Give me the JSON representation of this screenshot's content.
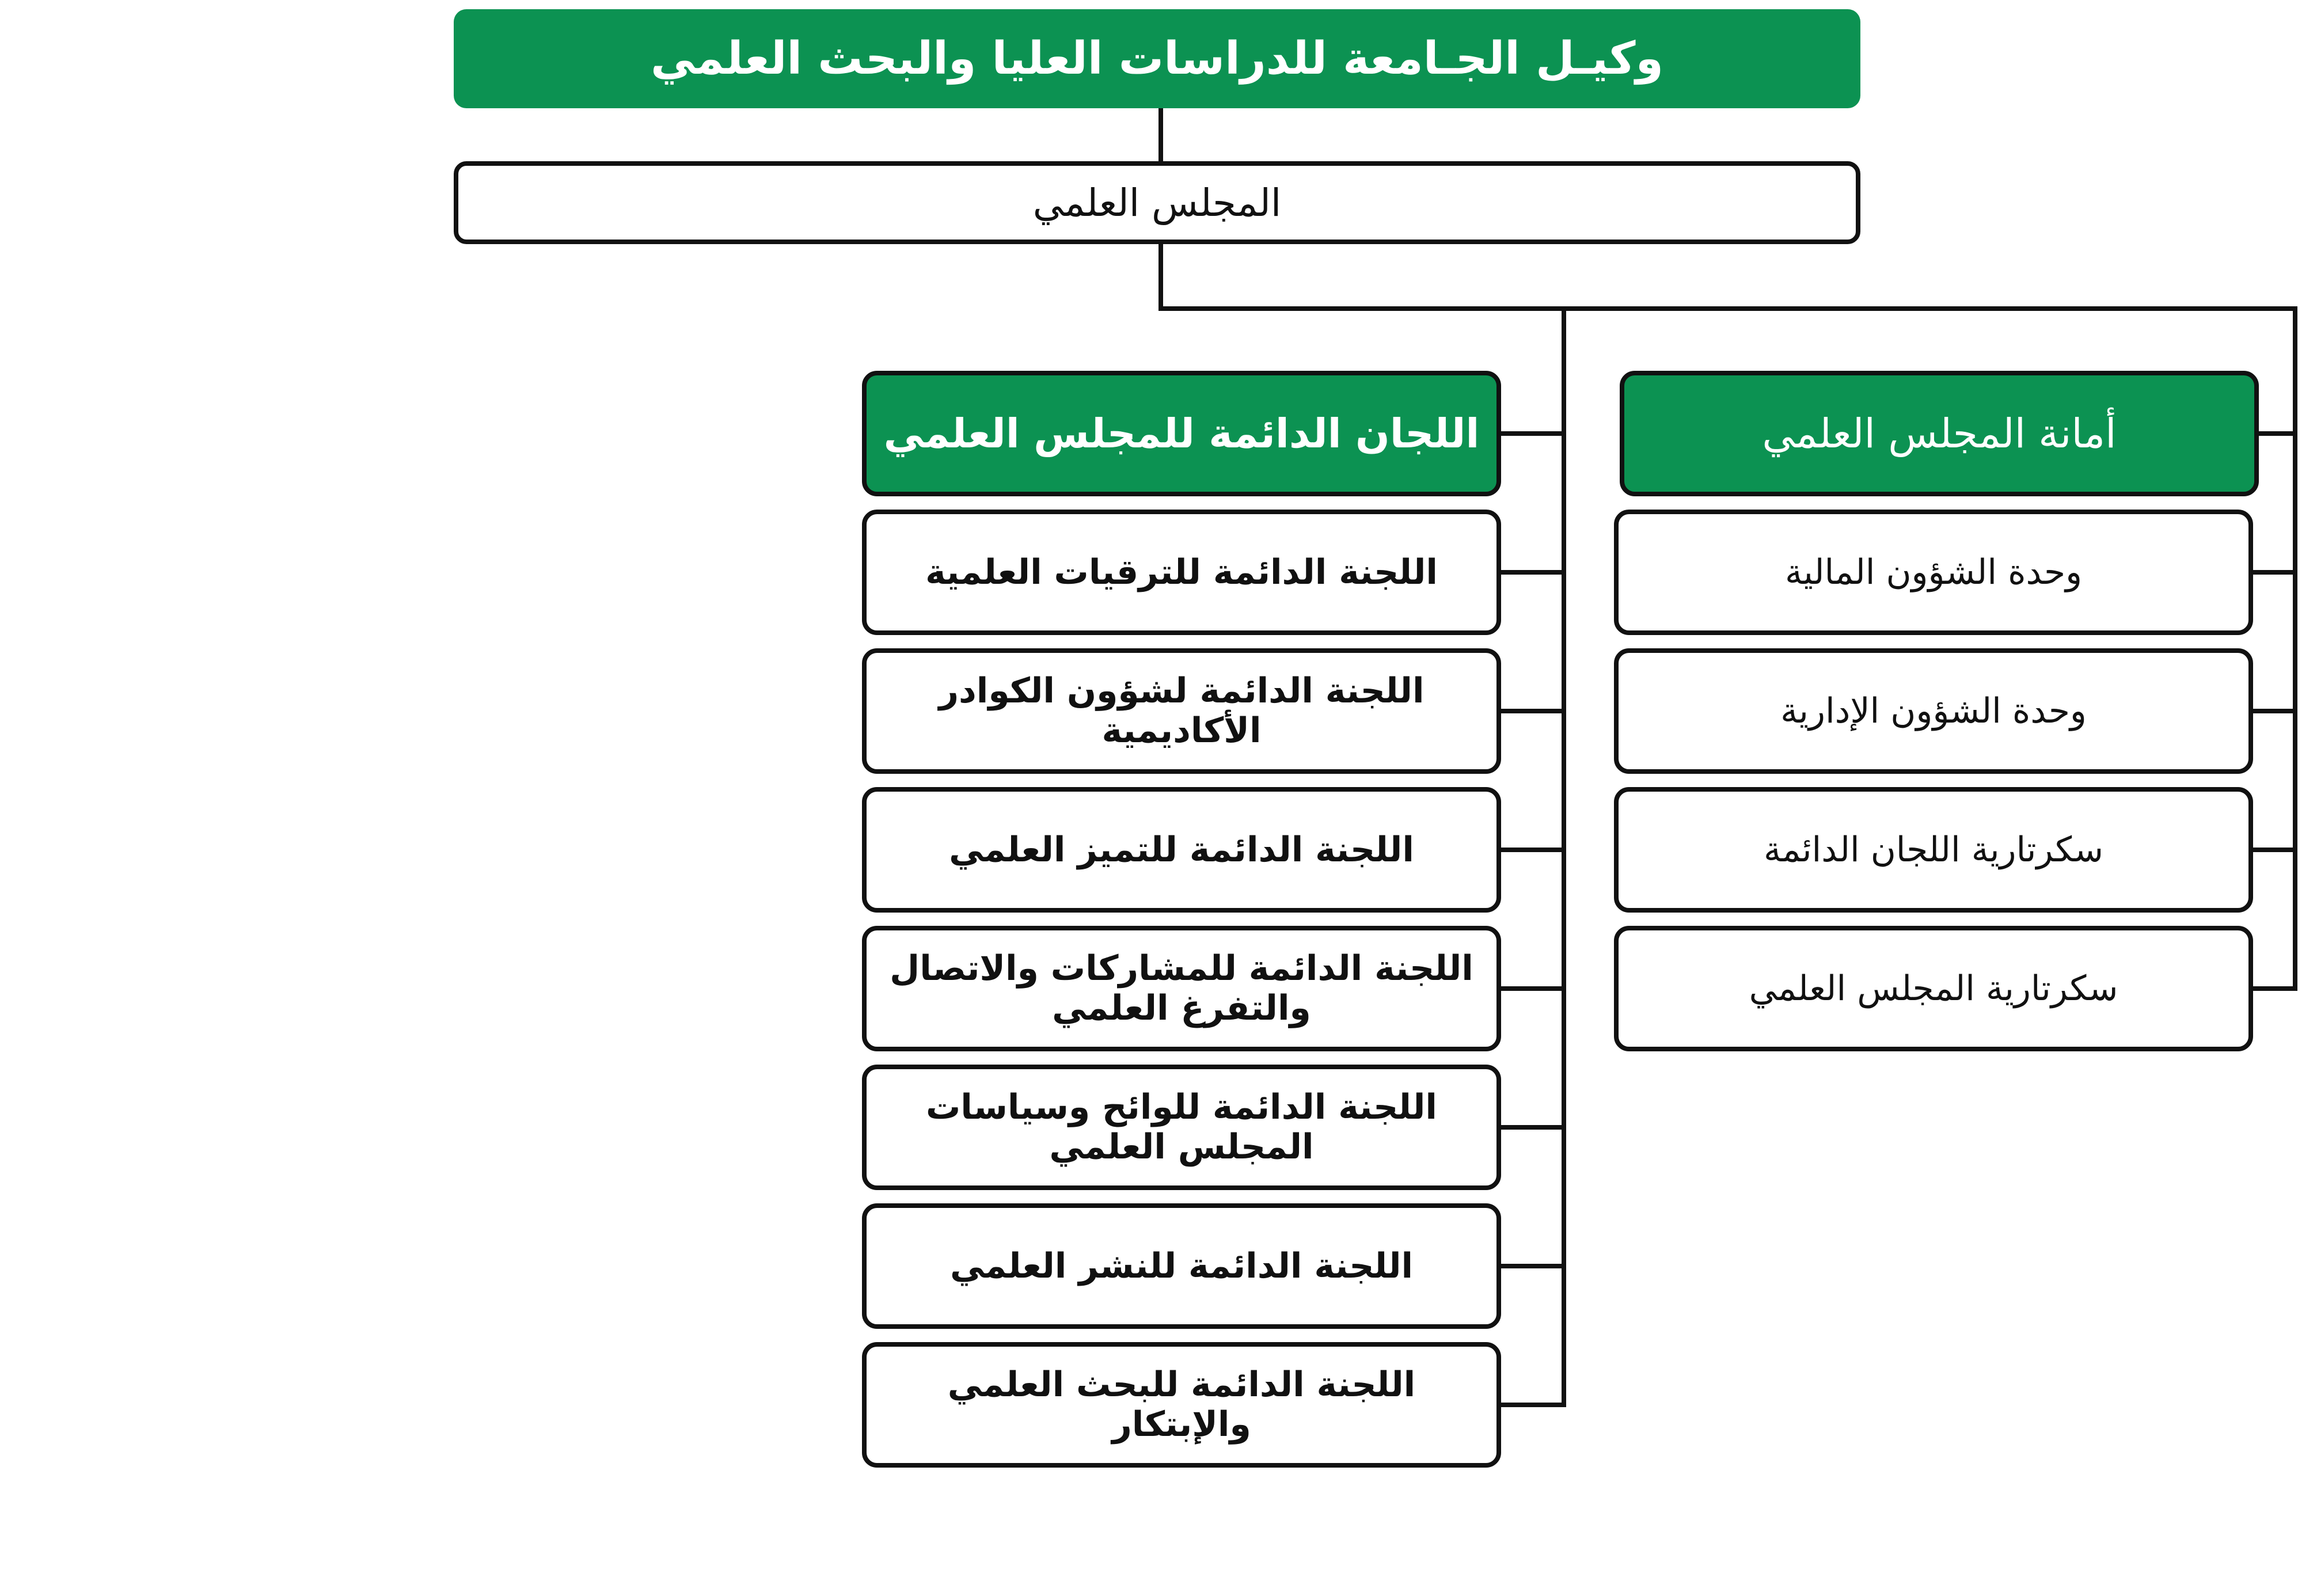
{
  "top_title": "وكيـل الجـامعة للدراسات العليا والبحث العلمي",
  "council": "المجلس العلمي",
  "committees_head": "اللجان الدائمة  للمجلس العلمي",
  "secretariat_head": "أمانة المجلس العلمي",
  "committees": [
    "اللجنة الدائمة للترقيات العلمية",
    "اللجنة الدائمة لشؤون الكوادر الأكاديمية",
    "اللجنة الدائمة للتميز العلمي",
    "اللجنة الدائمة للمشاركات والاتصال والتفرغ العلمي",
    "اللجنة الدائمة  للوائح وسياسات المجلس العلمي",
    "اللجنة الدائمة للنشر العلمي",
    "اللجنة الدائمة للبحث العلمي  والإبتكار"
  ],
  "secretariat_units": [
    "وحدة الشؤون المالية",
    "وحدة الشؤون الإدارية",
    "سكرتارية اللجان الدائمة",
    "سكرتارية المجلس العلمي"
  ],
  "colors": {
    "green": "#0c9252",
    "line": "#111111"
  }
}
